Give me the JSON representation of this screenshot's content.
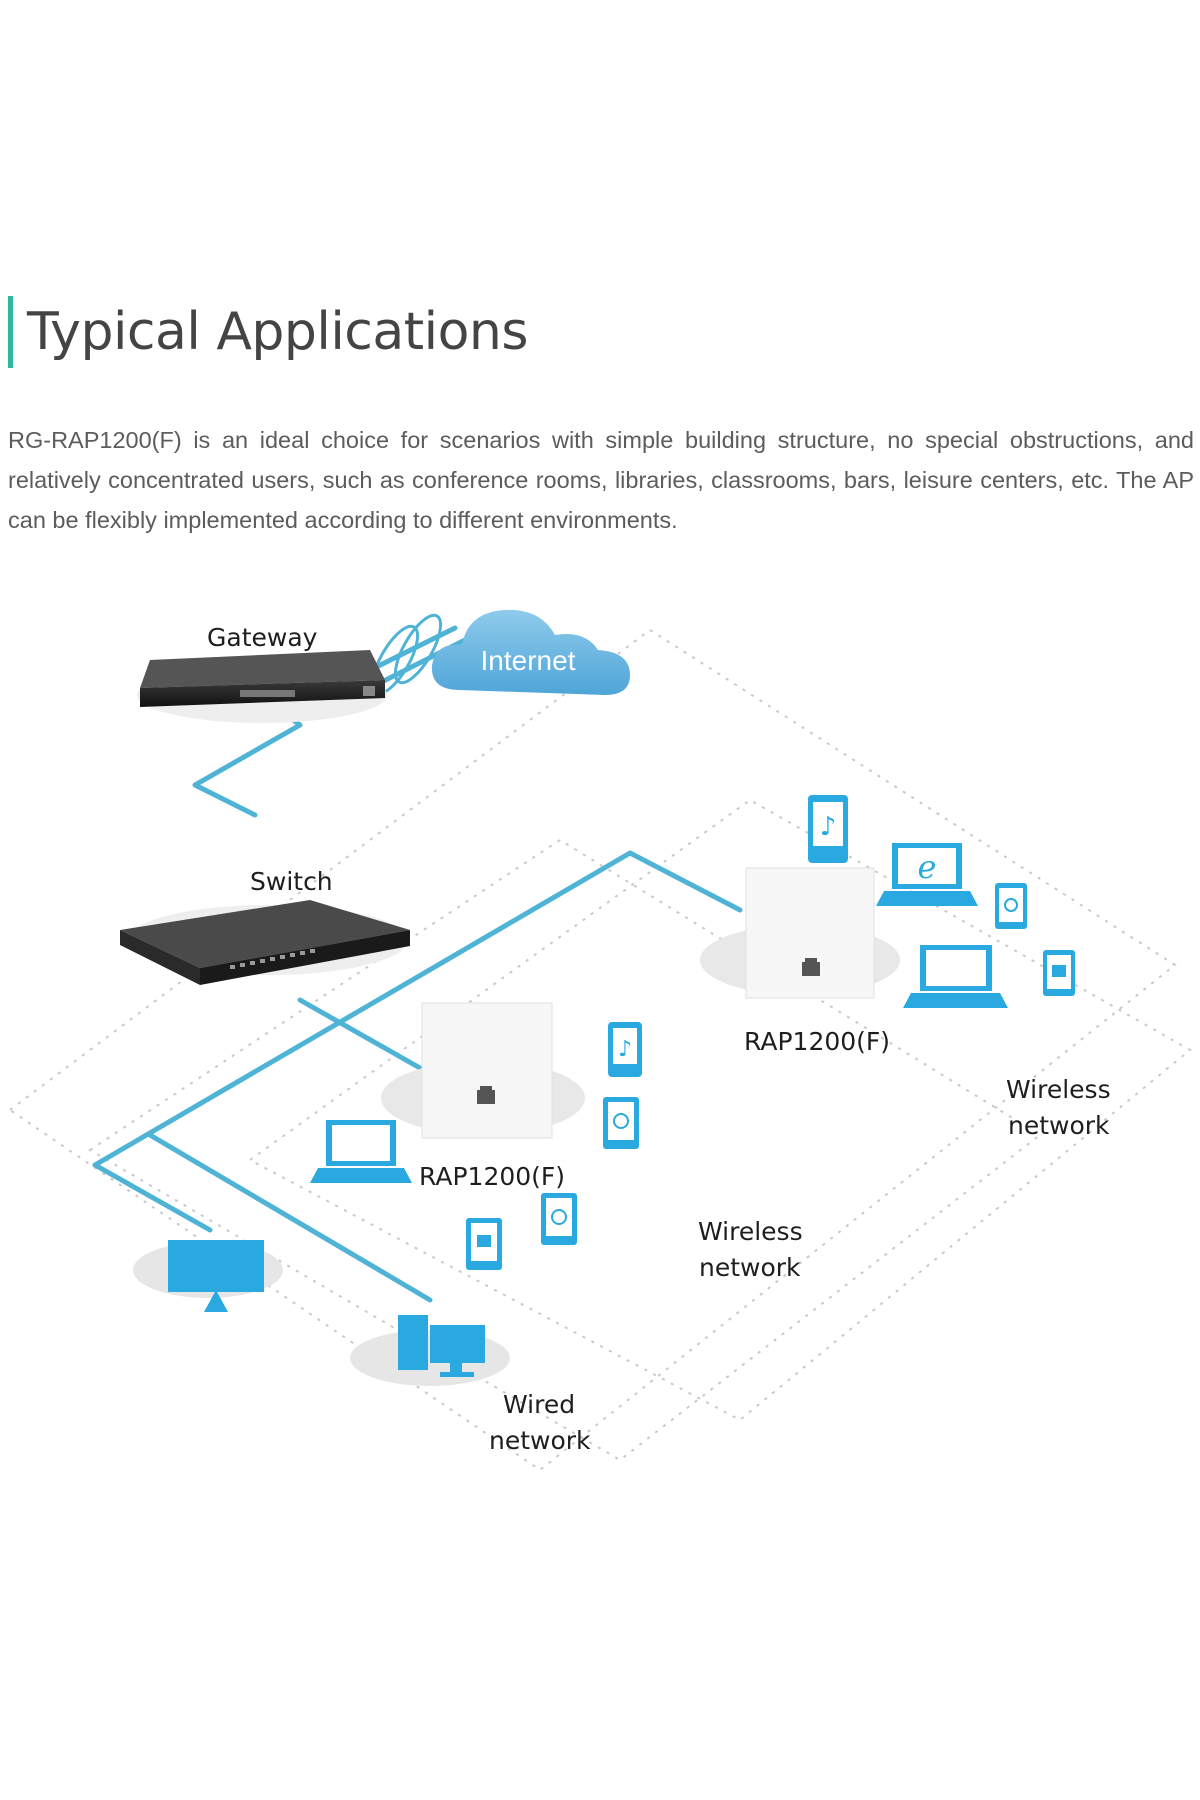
{
  "heading": {
    "title": "Typical Applications",
    "accent_color": "#2fb99a"
  },
  "intro_text": "RG-RAP1200(F) is an ideal choice for scenarios with simple building structure, no special obstructions, and relatively concentrated users, such as conference rooms, libraries, classrooms, bars, leisure centers, etc. The AP can be flexibly implemented according to different environments.",
  "diagram": {
    "cloud_label": "Internet",
    "gateway_label": "Gateway",
    "switch_label": "Switch",
    "ap_right_label": "RAP1200(F)",
    "ap_left_label": "RAP1200(F)",
    "wireless_right_line1": "Wireless",
    "wireless_right_line2": "network",
    "wireless_left_line1": "Wireless",
    "wireless_left_line2": "network",
    "wired_line1": "Wired",
    "wired_line2": "network",
    "colors": {
      "cable": "#4fb3d6",
      "device_blue": "#29a9df",
      "cloud": "#6fb8e0"
    },
    "icons": [
      "internet-cloud-icon",
      "gateway-icon",
      "switch-icon",
      "access-point-icon",
      "smartphone-icon",
      "laptop-icon",
      "tablet-icon",
      "monitor-icon",
      "desktop-pc-icon"
    ]
  }
}
